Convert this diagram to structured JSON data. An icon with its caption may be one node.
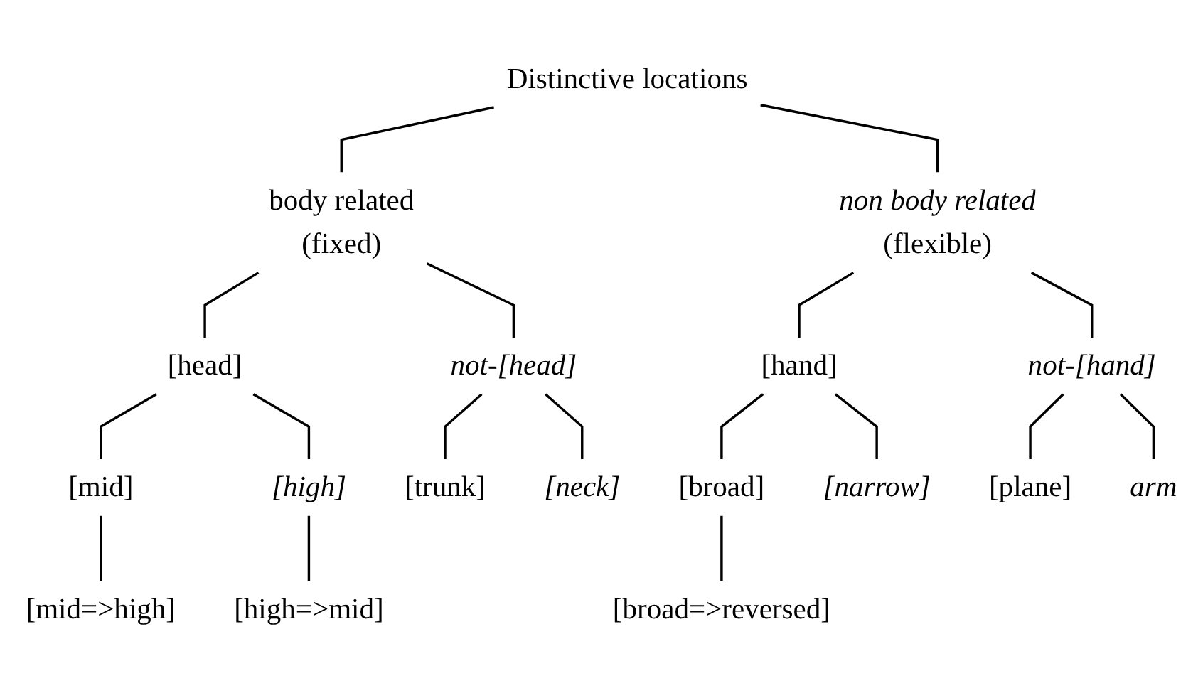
{
  "diagram": {
    "nodes": [
      {
        "text": [
          "Distinctive locations"
        ]
      },
      {
        "text": [
          "body related",
          "(fixed)"
        ]
      },
      {
        "text": [
          "non body related",
          "(flexible)"
        ]
      },
      {
        "text": [
          "[head]"
        ]
      },
      {
        "text": [
          "not-[head]"
        ]
      },
      {
        "text": [
          "[mid]"
        ]
      },
      {
        "text": [
          "[high]"
        ]
      },
      {
        "text": [
          "[trunk]"
        ]
      },
      {
        "text": [
          "[neck]"
        ]
      },
      {
        "text": [
          "[mid=>high]"
        ]
      },
      {
        "text": [
          "[high=>mid]"
        ]
      },
      {
        "text": [
          "[hand]"
        ]
      },
      {
        "text": [
          "not-[hand]"
        ]
      },
      {
        "text": [
          "[broad]"
        ]
      },
      {
        "text": [
          "[narrow]"
        ]
      },
      {
        "text": [
          "[plane]"
        ]
      },
      {
        "text": [
          "arm"
        ]
      },
      {
        "text": [
          "[broad=>reversed]"
        ]
      }
    ],
    "edges": [
      {
        "from": 0,
        "to": 1,
        "arrow": "none"
      },
      {
        "from": 0,
        "to": 2,
        "arrow": "none"
      },
      {
        "from": 1,
        "to": 3,
        "arrow": "none"
      },
      {
        "from": 1,
        "to": 4,
        "arrow": "none"
      },
      {
        "from": 3,
        "to": 5,
        "arrow": "none"
      },
      {
        "from": 3,
        "to": 6,
        "arrow": "none"
      },
      {
        "from": 4,
        "to": 7,
        "arrow": "none"
      },
      {
        "from": 4,
        "to": 8,
        "arrow": "none"
      },
      {
        "from": 5,
        "to": 9,
        "arrow": "none"
      },
      {
        "from": 6,
        "to": 10,
        "arrow": "none"
      },
      {
        "from": 2,
        "to": 11,
        "arrow": "none"
      },
      {
        "from": 2,
        "to": 12,
        "arrow": "none"
      },
      {
        "from": 11,
        "to": 13,
        "arrow": "none"
      },
      {
        "from": 11,
        "to": 14,
        "arrow": "none"
      },
      {
        "from": 12,
        "to": 15,
        "arrow": "none"
      },
      {
        "from": 12,
        "to": 16,
        "arrow": "none"
      },
      {
        "from": 13,
        "to": 17,
        "arrow": "none"
      }
    ]
  }
}
